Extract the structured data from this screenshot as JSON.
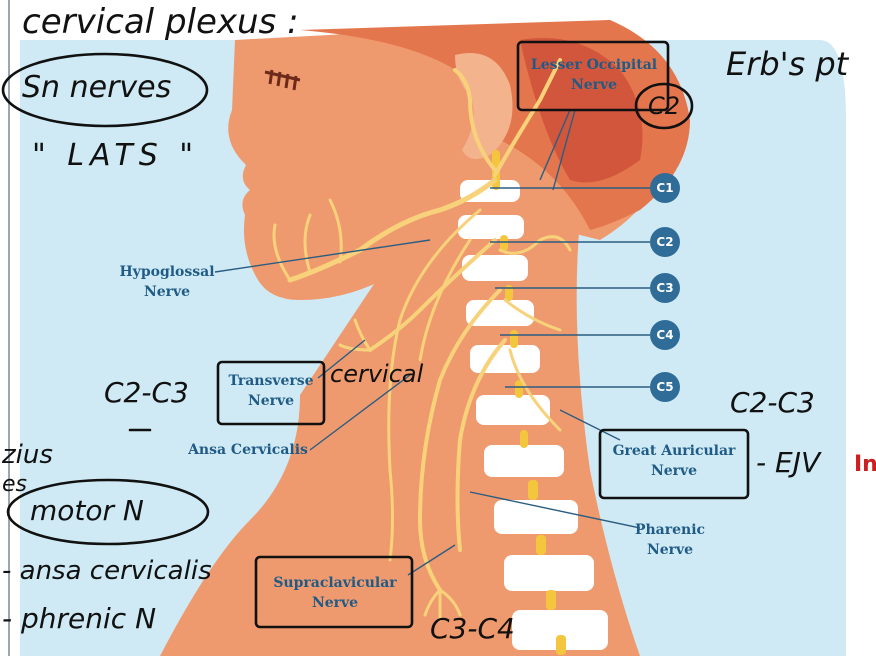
{
  "labels": {
    "lesser_occipital": "Lesser Occipital\nNerve",
    "hypoglossal": "Hypoglossal\nNerve",
    "transverse": "Transverse\nNerve",
    "ansa_cervicalis": "Ansa Cervicalis",
    "great_auricular": "Great Auricular\nNerve",
    "pharenic": "Pharenic\nNerve",
    "supraclavicular": "Supraclavicular\nNerve"
  },
  "vertebra_badges": [
    "C1",
    "C2",
    "C3",
    "C4",
    "C5"
  ],
  "handwriting": {
    "title": "cervical plexus :",
    "sn_nerves": "Sn nerves",
    "lats": "\" LATS \"",
    "c2_c3_left": "C2-C3",
    "cervical": "cervical",
    "erbs_pt": "Erb's pt",
    "c2_circled": "C2",
    "c2_c3_right": "C2-C3",
    "ejv": "- EJV",
    "motor_n": "motor N",
    "ansa_cervicalis": "- ansa cervicalis",
    "phrenic_n": "- phrenic N",
    "c3_c4": "C3-C4",
    "cut_zius": "zius",
    "cut_es": "es",
    "cut_in": "In"
  },
  "colors": {
    "background_circle": "#cfeaf4",
    "skin": "#ef9a6e",
    "skin_dark": "#e4764d",
    "hair": "#e06a4a",
    "nerve": "#f7d27a",
    "vertebra": "#ffffff",
    "label_text": "#1f5b86",
    "badge": "#2f6d98",
    "ink": "#111111"
  }
}
